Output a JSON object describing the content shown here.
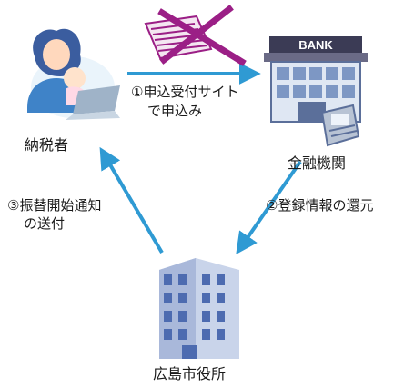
{
  "nodes": {
    "taxpayer": "納税者",
    "bank": "金融機関",
    "city_office": "広島市役所"
  },
  "bank_sign": "BANK",
  "steps": {
    "step1_line1": "①申込受付サイト",
    "step1_line2": "で申込み",
    "step2": "②登録情報の還元",
    "step3_line1": "③振替開始通知",
    "step3_line2": "の送付"
  },
  "colors": {
    "arrow": "#2f9ad3",
    "paper_cross": "#9b1f86",
    "building": "#6f86b9",
    "bank_building": "#5b6f9a"
  },
  "icons": [
    "person-with-laptop-icon",
    "paper-form-crossed-icon",
    "bank-building-icon",
    "atm-machine-icon",
    "office-building-icon"
  ]
}
